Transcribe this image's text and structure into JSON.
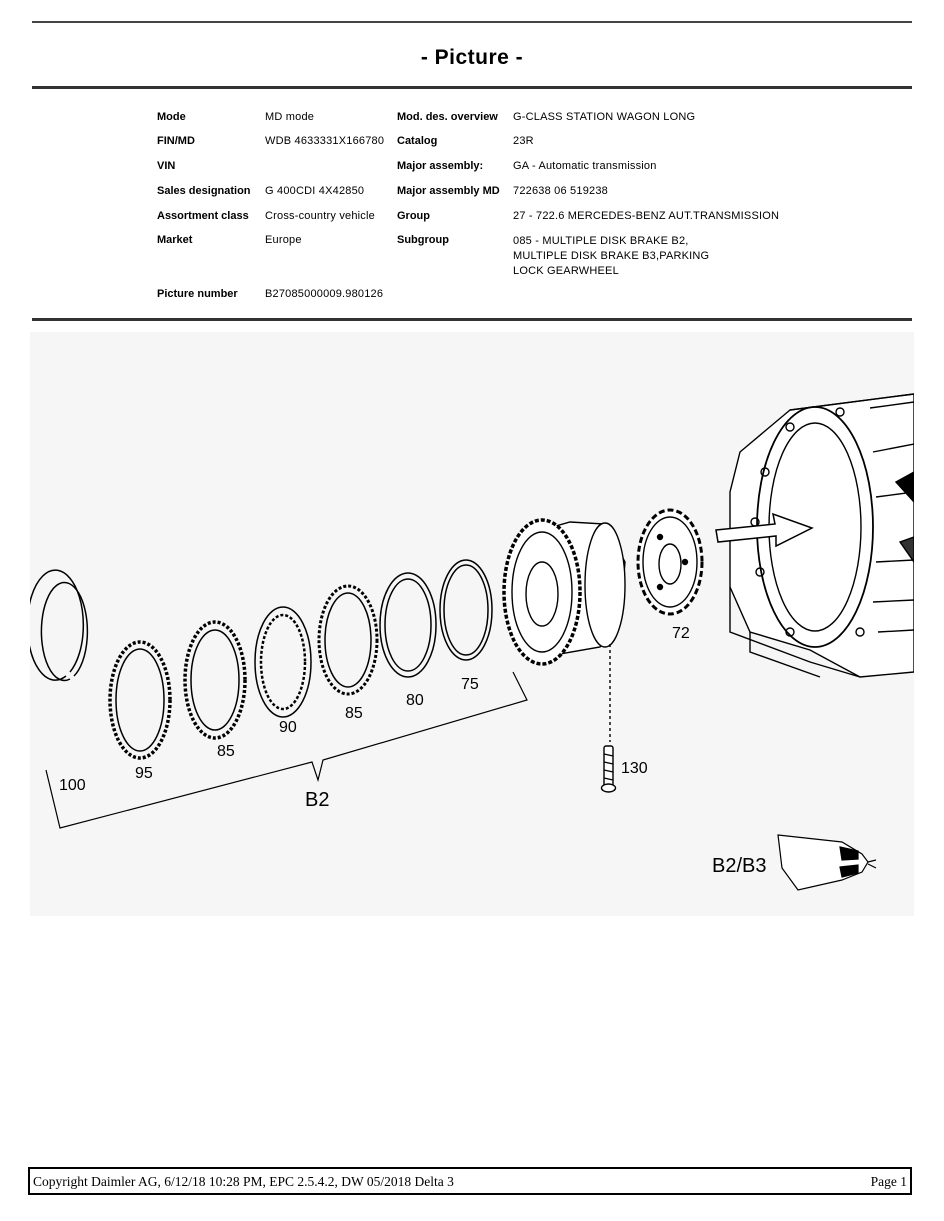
{
  "header": {
    "title": "- Picture -"
  },
  "info": {
    "mode_label": "Mode",
    "mode_value": "MD mode",
    "fin_label": "FIN/MD",
    "fin_value": "WDB 4633331X166780",
    "vin_label": "VIN",
    "vin_value": "",
    "sales_label": "Sales  designation",
    "sales_value": "G 400CDI 4X42850",
    "assortment_label": "Assortment class",
    "assortment_value": "Cross-country vehicle",
    "market_label": "Market",
    "market_value": "Europe",
    "picture_label": "Picture number",
    "picture_value": "B27085000009.980126",
    "moddes_label": "Mod.  des.  overview",
    "moddes_value": "G-CLASS STATION WAGON LONG",
    "catalog_label": "Catalog",
    "catalog_value": "23R",
    "major_label": "Major  assembly:",
    "major_value": "GA  -  Automatic transmission",
    "majormd_label": "Major assembly MD",
    "majormd_value": "722638 06 519238",
    "group_label": "Group",
    "group_value": "27  -  722.6  MERCEDES-BENZ  AUT.TRANSMISSION",
    "subgroup_label": "Subgroup",
    "subgroup_value": "085 - MULTIPLE DISK BRAKE B2, MULTIPLE DISK BRAKE B3,PARKING  LOCK  GEARWHEEL"
  },
  "drawing": {
    "callouts": {
      "c100": "100",
      "c95": "95",
      "c85a": "85",
      "c90": "90",
      "c85b": "85",
      "c80": "80",
      "c75": "75",
      "c72": "72",
      "c130": "130"
    },
    "group_label": "B2",
    "inset_label": "B2/B3"
  },
  "footer": {
    "copyright": "Copyright Daimler AG, 6/12/18 10:28 PM, EPC 2.5.4.2, DW 05/2018 Delta 3",
    "page": "Page 1"
  }
}
